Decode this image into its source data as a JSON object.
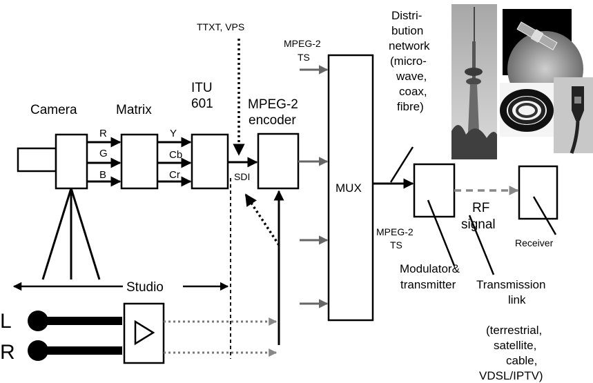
{
  "labels": {
    "camera": "Camera",
    "matrix": "Matrix",
    "itu_line1": "ITU",
    "itu_line2": "601",
    "mpeg2_encoder_line1": "MPEG-2",
    "mpeg2_encoder_line2": "encoder",
    "ttxt_vps": "TTXT, VPS",
    "mpeg2_ts_top_line1": "MPEG-2",
    "mpeg2_ts_top_line2": "TS",
    "distribution": [
      "Distri-",
      "bution",
      "network",
      "(micro-",
      "wave,",
      "coax,",
      "fibre)"
    ],
    "r": "R",
    "g": "G",
    "b": "B",
    "y": "Y",
    "cb": "Cb",
    "cr": "Cr",
    "sdi": "SDI",
    "mux": "MUX",
    "mpeg2_ts_bottom_line1": "MPEG-2",
    "mpeg2_ts_bottom_line2": "TS",
    "rf_line1": "RF",
    "rf_line2": "signal",
    "receiver": "Receiver",
    "modulator_line1": "Modulator&",
    "modulator_line2": "transmitter",
    "studio": "Studio",
    "left_channel": "L",
    "right_channel": "R",
    "transmission": [
      "Transmission",
      "link",
      "(terrestrial,",
      "satellite,",
      "cable,",
      "VDSL/IPTV)"
    ]
  },
  "photos": [
    "tv-tower-photo",
    "satellite-photo",
    "coax-cable-photo",
    "phone-plug-photo"
  ]
}
